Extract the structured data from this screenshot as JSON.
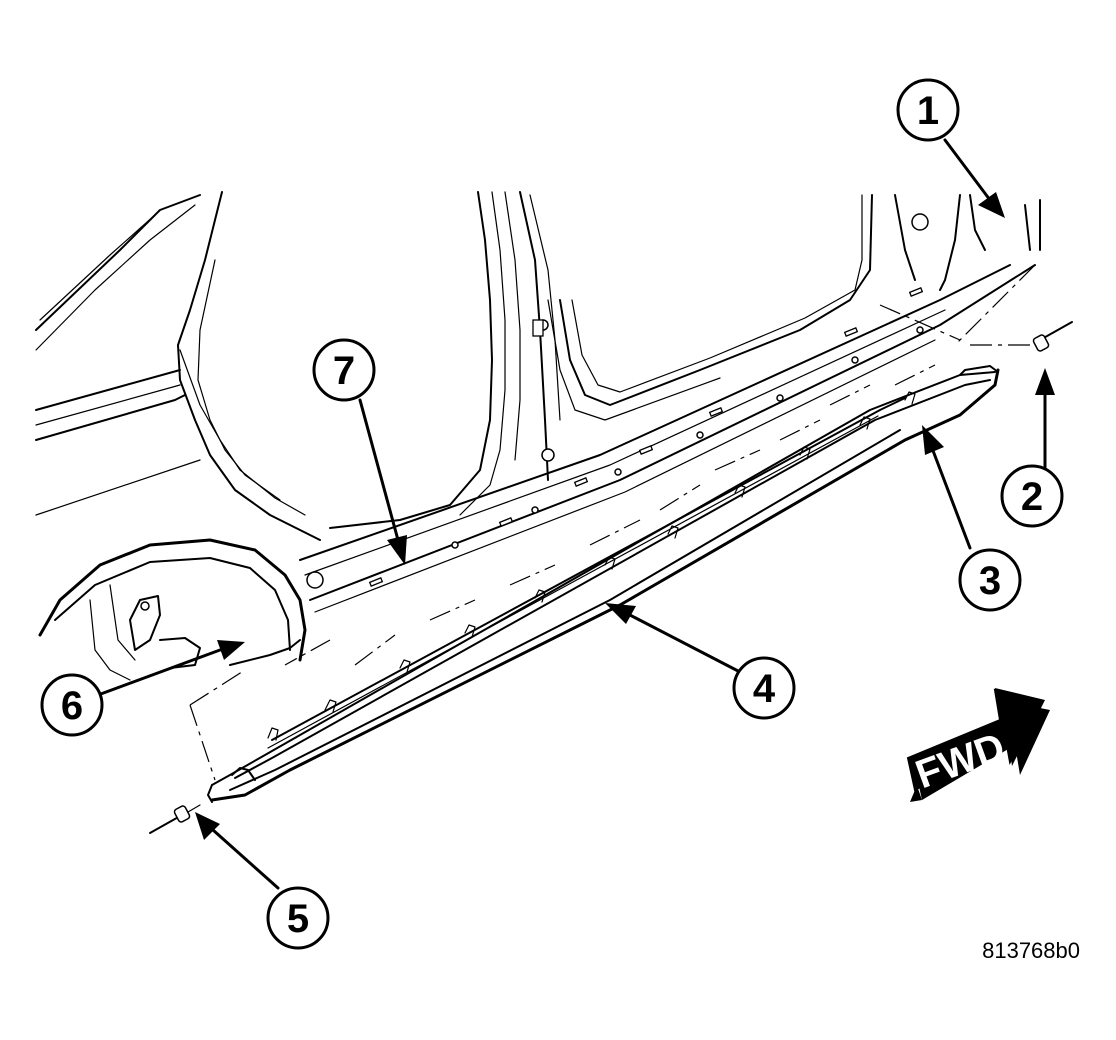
{
  "diagram": {
    "figure_id": "813768b0",
    "direction_label": "FWD",
    "callouts": [
      {
        "id": "1",
        "label": "1"
      },
      {
        "id": "2",
        "label": "2"
      },
      {
        "id": "3",
        "label": "3"
      },
      {
        "id": "4",
        "label": "4"
      },
      {
        "id": "5",
        "label": "5"
      },
      {
        "id": "6",
        "label": "6"
      },
      {
        "id": "7",
        "label": "7"
      }
    ]
  }
}
